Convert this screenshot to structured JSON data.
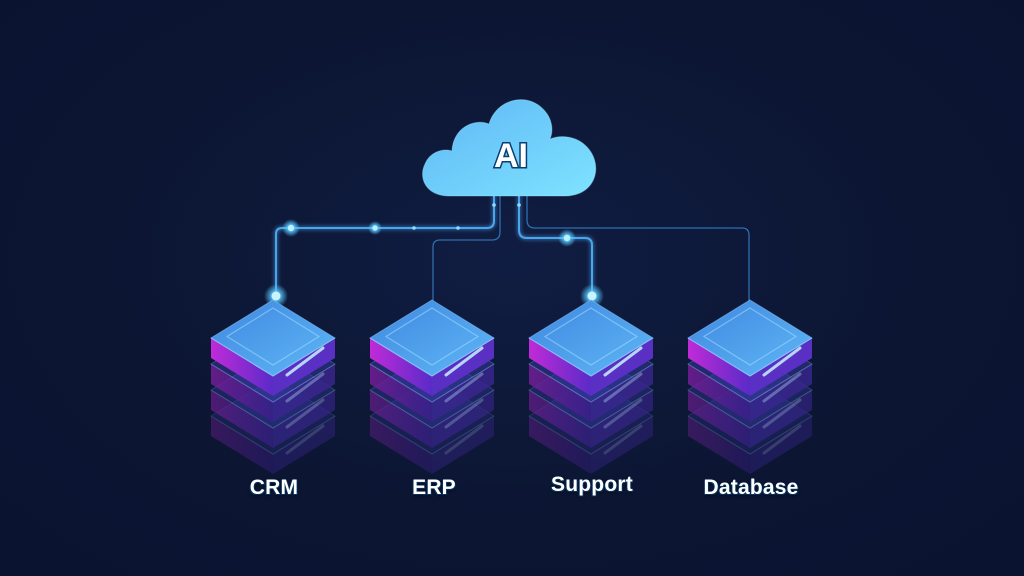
{
  "hub": {
    "label": "AI",
    "icon": "cloud-icon",
    "colors": {
      "top": "#7fdcff",
      "bottom": "#3f8fe0"
    }
  },
  "nodes": [
    {
      "label": "CRM",
      "icon": "server-stack-icon",
      "connection_active": true
    },
    {
      "label": "ERP",
      "icon": "server-stack-icon",
      "connection_active": false
    },
    {
      "label": "Support",
      "icon": "server-stack-icon",
      "connection_active": true
    },
    {
      "label": "Database",
      "icon": "server-stack-icon",
      "connection_active": false
    }
  ],
  "colors": {
    "background": "#0c1633",
    "line": "#3a8fd6",
    "line_glow": "#66d0ff",
    "platform_top": "#4aa3ec",
    "platform_side": "#8a2fd0"
  }
}
